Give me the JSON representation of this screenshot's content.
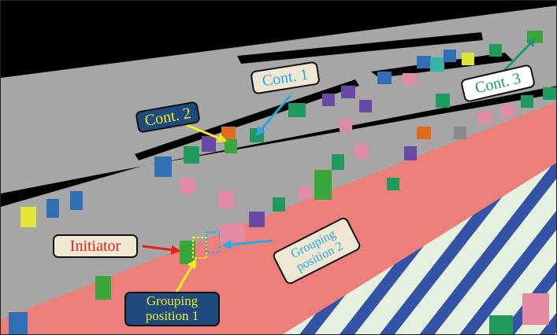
{
  "colors": {
    "sky": "#000000",
    "platform": "#a6a6a6",
    "platform_edge": "#cfcfcf",
    "pink_zone": "#ec7f79",
    "crosswalk_stripe": "#3553a6",
    "crosswalk_bg": "#e4f1de"
  },
  "labels": {
    "initiator": {
      "text": "Initiator",
      "box_color": "#efe7d2",
      "text_color": "#e8211b",
      "arrow_color": "#e8211b"
    },
    "cont2": {
      "text": "Cont. 2",
      "box_color": "#1f4a7e",
      "text_color": "#f3ec2a",
      "arrow_color": "#f4ef1c"
    },
    "cont1": {
      "text": "Cont. 1",
      "box_color": "#efe7d2",
      "text_color": "#27a9e4",
      "arrow_color": "#27a9e4"
    },
    "cont3": {
      "text": "Cont. 3",
      "box_color": "#ffffff",
      "text_color": "#1a9a6a",
      "arrow_color": "#1a9a6a"
    },
    "group1": {
      "line1": "Grouping",
      "line2": "position 1",
      "box_color": "#1f4a7e",
      "text_color": "#f3ec2a",
      "arrow_color": "#f4ef1c"
    },
    "group2": {
      "line1": "Grouping",
      "line2": "position 2",
      "box_color": "#efe7d2",
      "text_color": "#27a9e4",
      "arrow_color": "#27a9e4"
    }
  },
  "agent_colors": [
    "#1e9a5c",
    "#3aa63a",
    "#6a48a8",
    "#e58aa3",
    "#2f6fb5",
    "#8a8a8a",
    "#e0e436",
    "#e06a1e",
    "#39b3a8",
    "#9a6a3a"
  ]
}
